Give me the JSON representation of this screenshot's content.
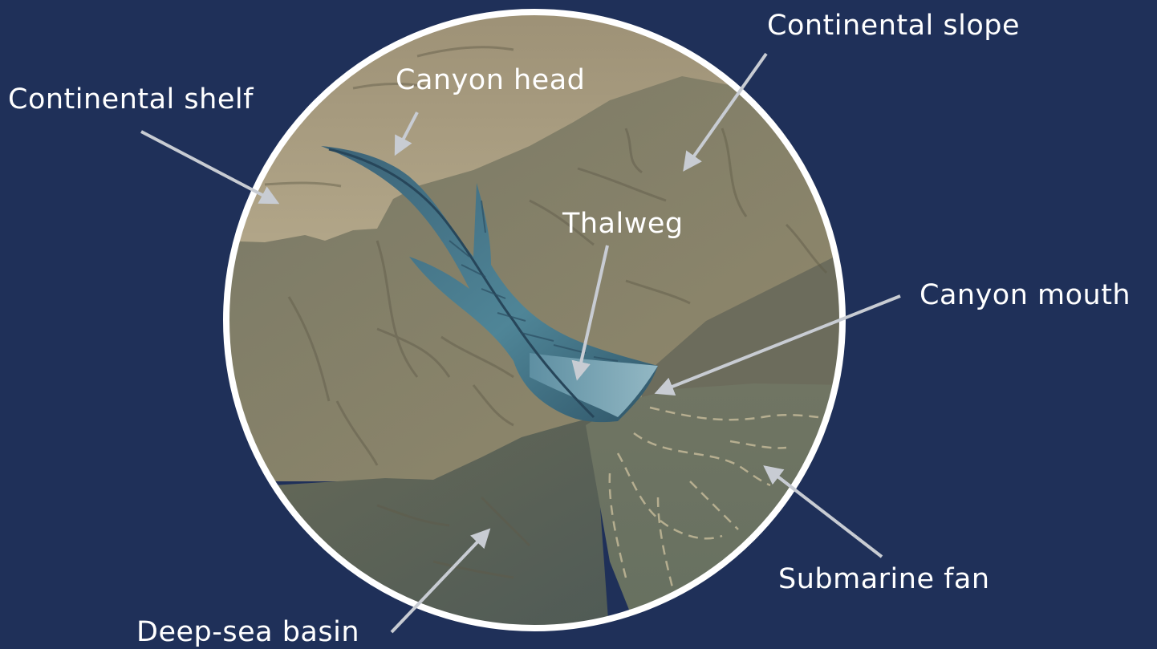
{
  "labels": {
    "continental_shelf": "Continental shelf",
    "canyon_head": "Canyon head",
    "continental_slope": "Continental slope",
    "thalweg": "Thalweg",
    "canyon_mouth": "Canyon mouth",
    "submarine_fan": "Submarine fan",
    "deep_sea_basin": "Deep-sea basin"
  },
  "colors": {
    "background": "#1f3059",
    "ring": "#ffffff",
    "shelf": "#b5a98b",
    "slope": "#8a8267",
    "canyon": "#4d7f93",
    "basin": "#5c6458",
    "pointer": "#c8ccd3"
  }
}
